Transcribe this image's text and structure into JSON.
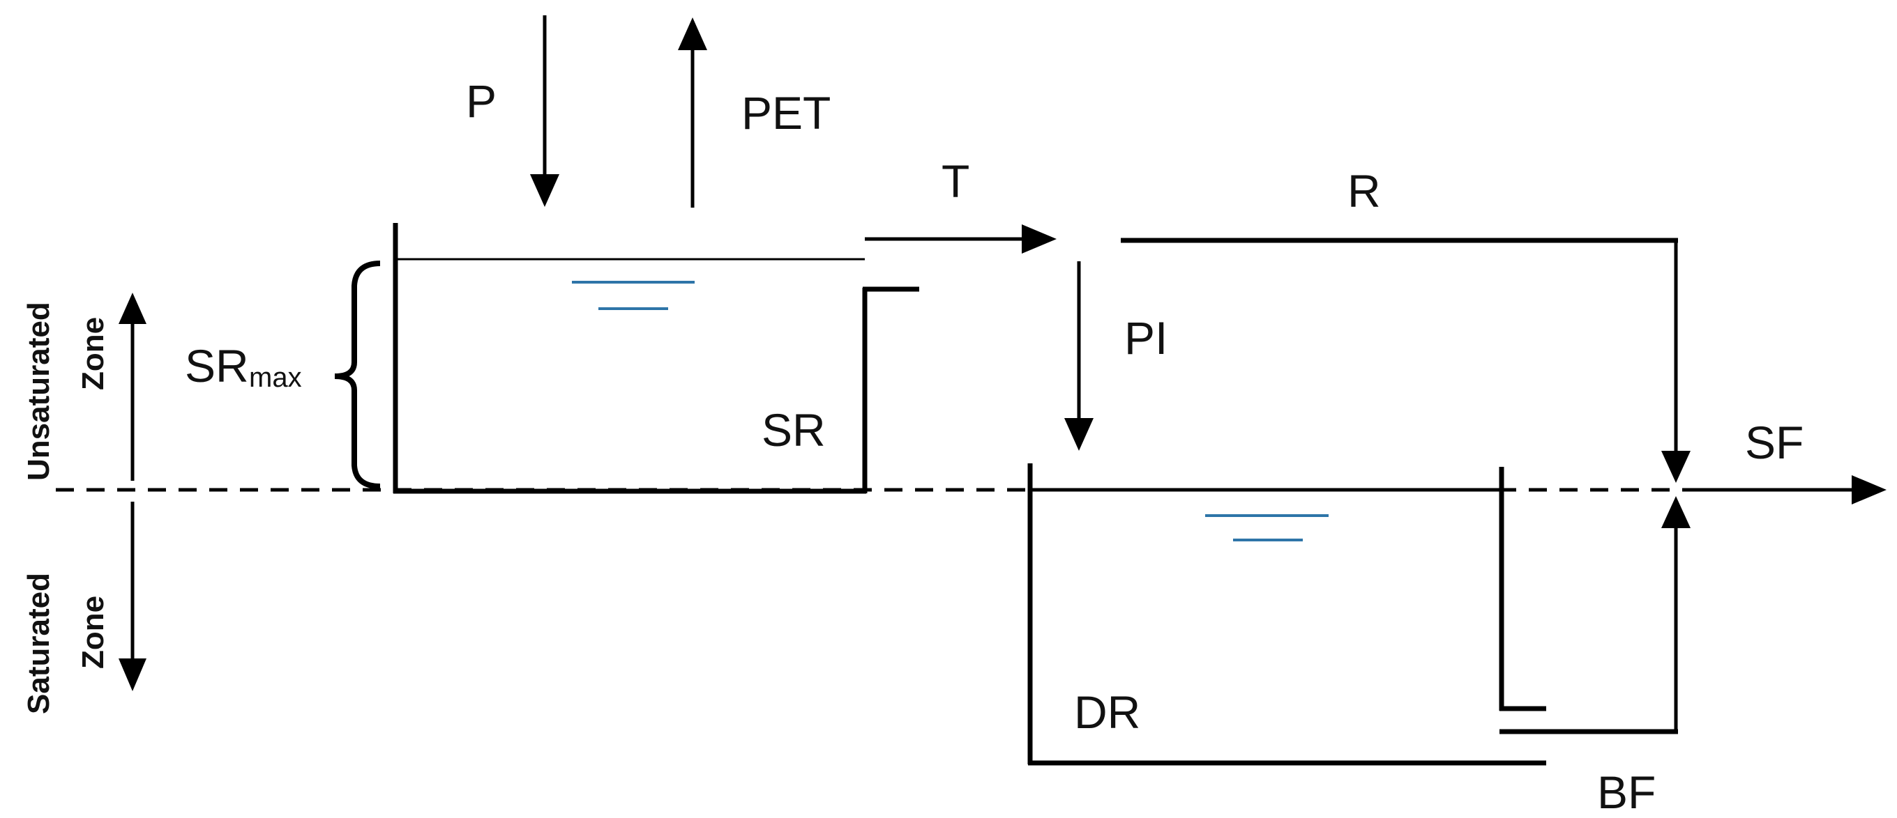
{
  "labels": {
    "p": "P",
    "pet": "PET",
    "t": "T",
    "r": "R",
    "pi": "PI",
    "sr": "SR",
    "sr_max_main": "SR",
    "sr_max_sub": "max",
    "sf": "SF",
    "dr": "DR",
    "bf": "BF"
  },
  "zones": {
    "unsaturated_line1": "Unsaturated",
    "unsaturated_line2": "Zone",
    "saturated_line1": "Saturated",
    "saturated_line2": "Zone"
  },
  "colors": {
    "line": "#000000",
    "water_level": "#2e75a8"
  }
}
